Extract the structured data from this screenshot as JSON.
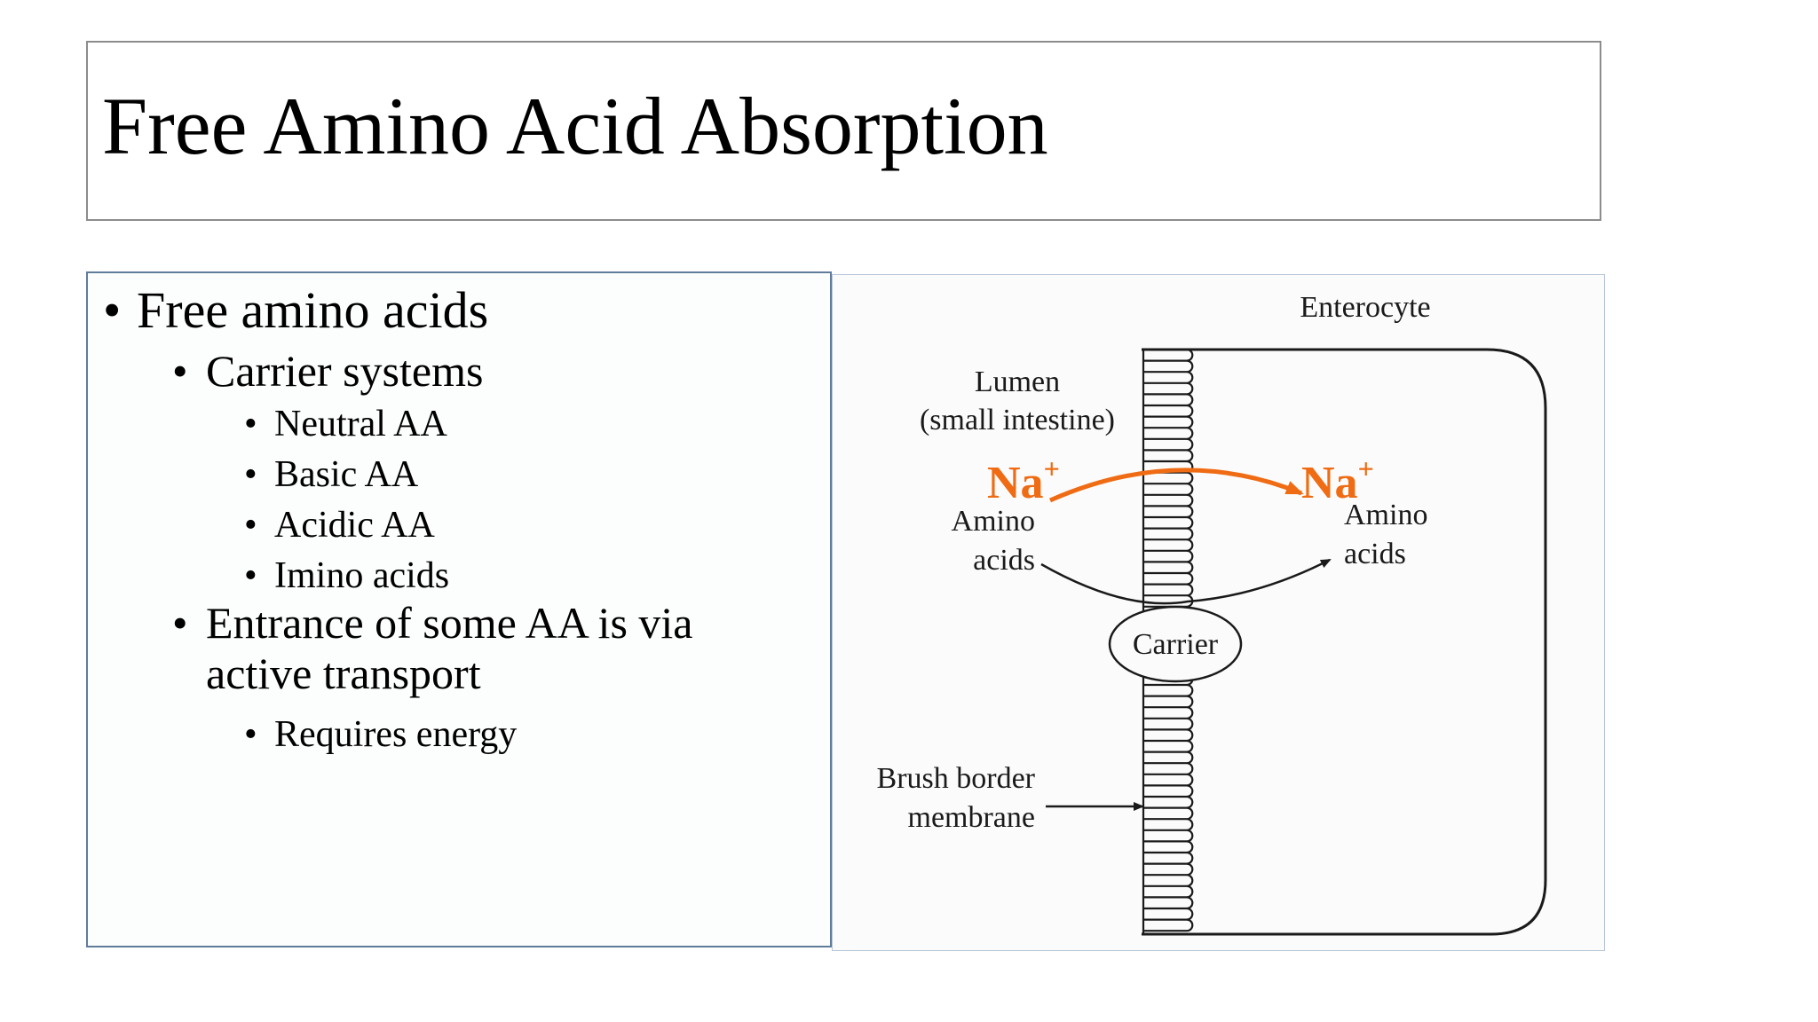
{
  "slide": {
    "title": "Free Amino Acid Absorption"
  },
  "bullets": {
    "level1": "Free amino acids",
    "carrier_systems": "Carrier systems",
    "types": [
      "Neutral AA",
      "Basic AA",
      "Acidic AA",
      "Imino acids"
    ],
    "entrance_line1": "Entrance of some AA is via",
    "entrance_line2": "active transport",
    "requires_energy": "Requires energy",
    "bullet_glyph": "•"
  },
  "figure": {
    "enterocyte": "Enterocyte",
    "lumen": "Lumen",
    "lumen_sub": "(small intestine)",
    "na_left": "Na",
    "na_right": "Na",
    "na_superscript": "+",
    "amino_left_1": "Amino",
    "amino_left_2": "acids",
    "amino_right_1": "Amino",
    "amino_right_2": "acids",
    "carrier": "Carrier",
    "brush_1": "Brush border",
    "brush_2": "membrane",
    "colors": {
      "sodium": "#ef6c14",
      "ink": "#1a1a1a"
    }
  }
}
